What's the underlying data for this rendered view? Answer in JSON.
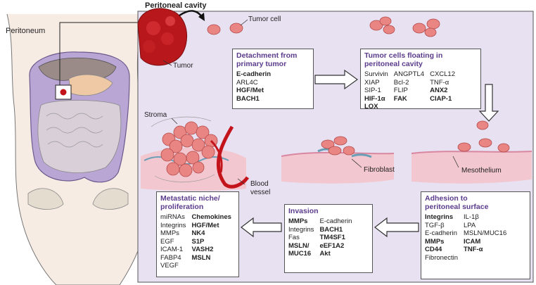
{
  "labels": {
    "cavity_title": "Peritoneal  cavity",
    "peritoneum": "Peritoneum",
    "tumor": "Tumor",
    "tumor_cell": "Tumor cell",
    "stroma": "Stroma",
    "blood_vessel_1": "Blood",
    "blood_vessel_2": "vessel",
    "fibroblast": "Fibroblast",
    "mesothelium": "Mesothelium"
  },
  "colors": {
    "panel_bg": "#e8e1f2",
    "title_purple": "#5b3b8c",
    "tumor_red": "#b8181c",
    "cell_pink": "#e98583",
    "tissue_pink": "#f3c7cf"
  },
  "boxes": {
    "detachment": {
      "title_1": "Detachment from",
      "title_2": "primary tumor",
      "items": [
        {
          "text": "E-cadherin",
          "bold": true
        },
        {
          "text": "ARL4C",
          "bold": false
        },
        {
          "text": "HGF/Met",
          "bold": true
        },
        {
          "text": "BACH1",
          "bold": true
        }
      ]
    },
    "floating": {
      "title_1": "Tumor cells floating in",
      "title_2": "peritoneal cavity",
      "col1": [
        {
          "text": "Survivin",
          "bold": false
        },
        {
          "text": "XIAP",
          "bold": false
        },
        {
          "text": "SIP-1",
          "bold": false
        },
        {
          "text": "HIF-1α",
          "bold": true
        },
        {
          "text": "LOX",
          "bold": true
        }
      ],
      "col2": [
        {
          "text": "ANGPTL4",
          "bold": false
        },
        {
          "text": "Bcl-2",
          "bold": false
        },
        {
          "text": "FLIP",
          "bold": false
        },
        {
          "text": "FAK",
          "bold": true
        }
      ],
      "col3": [
        {
          "text": "CXCL12",
          "bold": false
        },
        {
          "text": "TNF-α",
          "bold": false
        },
        {
          "text": "ANX2",
          "bold": true
        },
        {
          "text": "CIAP-1",
          "bold": true
        }
      ]
    },
    "adhesion": {
      "title_1": "Adhesion to",
      "title_2": "peritoneal surface",
      "col1": [
        {
          "text": "Integrins",
          "bold": true
        },
        {
          "text": "TGF-β",
          "bold": false
        },
        {
          "text": "E-cadherin",
          "bold": false
        },
        {
          "text": "MMPs",
          "bold": true
        },
        {
          "text": "CD44",
          "bold": true
        },
        {
          "text": "Fibronectin",
          "bold": false
        }
      ],
      "col2": [
        {
          "text": "IL-1β",
          "bold": false
        },
        {
          "text": "LPA",
          "bold": false
        },
        {
          "text": "MSLN/MUC16",
          "bold": false
        },
        {
          "text": "ICAM",
          "bold": true
        },
        {
          "text": "TNF-α",
          "bold": true
        }
      ]
    },
    "invasion": {
      "title_1": "Invasion",
      "col1": [
        {
          "text": "MMPs",
          "bold": true
        },
        {
          "text": "Integrins",
          "bold": false
        },
        {
          "text": "Fas",
          "bold": false
        },
        {
          "text": "MSLN/",
          "bold": true
        },
        {
          "text": "MUC16",
          "bold": true
        }
      ],
      "col2": [
        {
          "text": "E-cadherin",
          "bold": false
        },
        {
          "text": "BACH1",
          "bold": true
        },
        {
          "text": "TM4SF1",
          "bold": true
        },
        {
          "text": "eEF1A2",
          "bold": true
        },
        {
          "text": "Akt",
          "bold": true
        }
      ]
    },
    "niche": {
      "title_1": "Metastatic niche/",
      "title_2": "proliferation",
      "col1": [
        {
          "text": "miRNAs",
          "bold": false
        },
        {
          "text": "Integrins",
          "bold": false
        },
        {
          "text": "MMPs",
          "bold": false
        },
        {
          "text": "EGF",
          "bold": false
        },
        {
          "text": "ICAM-1",
          "bold": false
        },
        {
          "text": "FABP4",
          "bold": false
        },
        {
          "text": "VEGF",
          "bold": false
        }
      ],
      "col2": [
        {
          "text": "Chemokines",
          "bold": true
        },
        {
          "text": "HGF/Met",
          "bold": true
        },
        {
          "text": "NK4",
          "bold": true
        },
        {
          "text": "S1P",
          "bold": true
        },
        {
          "text": "VASH2",
          "bold": true
        },
        {
          "text": "MSLN",
          "bold": true
        }
      ]
    }
  }
}
